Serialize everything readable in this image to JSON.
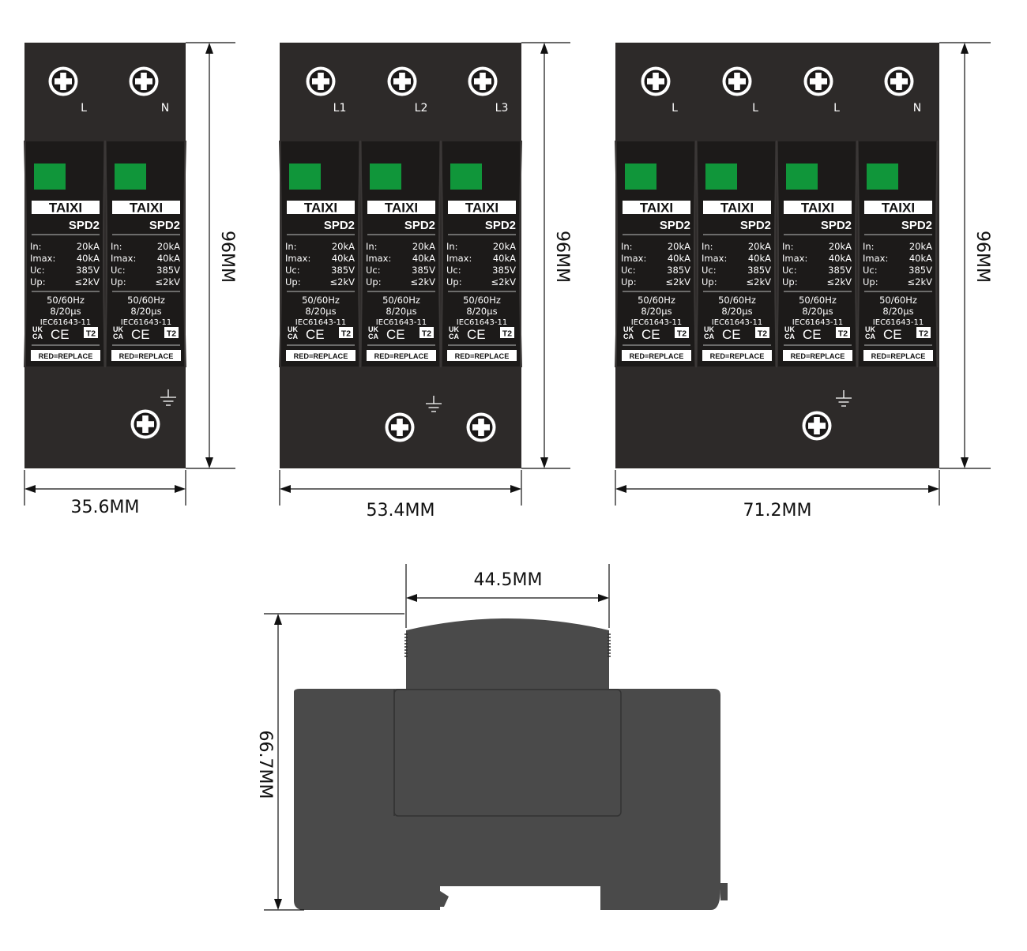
{
  "module_text": {
    "brand": "TAIXI",
    "model": "SPD2",
    "specs": [
      {
        "label": "In:",
        "value": "20kA"
      },
      {
        "label": "Imax:",
        "value": "40kA"
      },
      {
        "label": "Uc:",
        "value": "385V"
      },
      {
        "label": "Up:",
        "value": "≤2kV"
      }
    ],
    "frequency": "50/60Hz",
    "waveform": "8/20μs",
    "standard": "IEC61643-11",
    "ukca": [
      "UK",
      "CA"
    ],
    "ce": "CE",
    "type_badge": "T2",
    "replace_note": "RED=REPLACE"
  },
  "devices": [
    {
      "terminals": [
        "L",
        "N"
      ],
      "width_label": "35.6MM",
      "height_label": "96MM"
    },
    {
      "terminals": [
        "L1",
        "L2",
        "L3"
      ],
      "width_label": "53.4MM",
      "height_label": "96MM"
    },
    {
      "terminals": [
        "L",
        "L",
        "L",
        "N"
      ],
      "width_label": "71.2MM",
      "height_label": "96MM"
    }
  ],
  "side_view": {
    "top_width_label": "44.5MM",
    "height_label": "66.7MM"
  },
  "colors": {
    "body": "#2d2a29",
    "panel": "#1c1a19",
    "indicator_green": "#10963a",
    "side_body": "#4a4a4a",
    "dimension_line": "#111111"
  }
}
